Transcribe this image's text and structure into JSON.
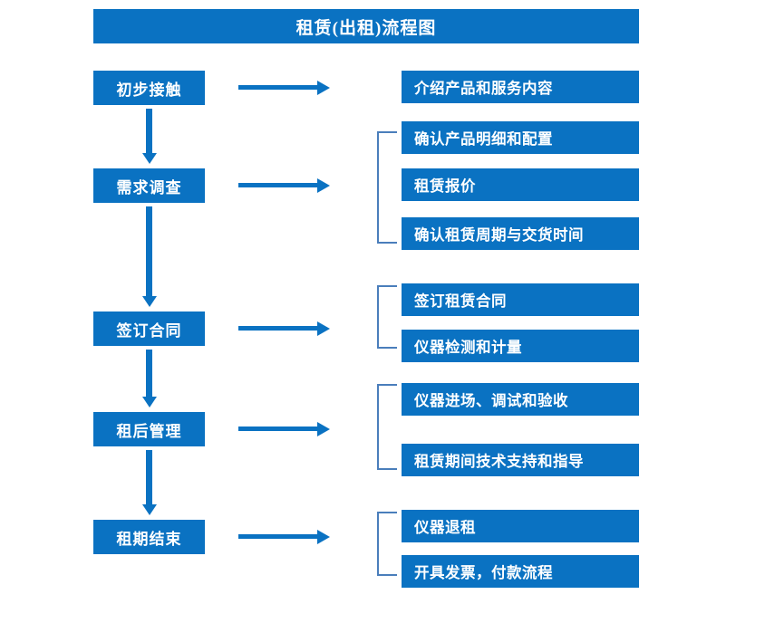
{
  "title": {
    "text": "租赁(出租)流程图"
  },
  "colors": {
    "box_blue": "#0a72c2",
    "bracket_blue": "#4a7ebb",
    "text_white": "#ffffff",
    "background": "#ffffff"
  },
  "stages": [
    {
      "label": "初步接触"
    },
    {
      "label": "需求调查"
    },
    {
      "label": "签订合同"
    },
    {
      "label": "租后管理"
    },
    {
      "label": "租期结束"
    }
  ],
  "details": [
    {
      "label": "介绍产品和服务内容"
    },
    {
      "label": "确认产品明细和配置"
    },
    {
      "label": "租赁报价"
    },
    {
      "label": "确认租赁周期与交货时间"
    },
    {
      "label": "签订租赁合同"
    },
    {
      "label": "仪器检测和计量"
    },
    {
      "label": "仪器进场、调试和验收"
    },
    {
      "label": "租赁期间技术支持和指导"
    },
    {
      "label": "仪器退租"
    },
    {
      "label": "开具发票，付款流程"
    }
  ],
  "connectors": {
    "vertical_arrows": 4,
    "horizontal_arrows": 5,
    "brackets": 4
  }
}
